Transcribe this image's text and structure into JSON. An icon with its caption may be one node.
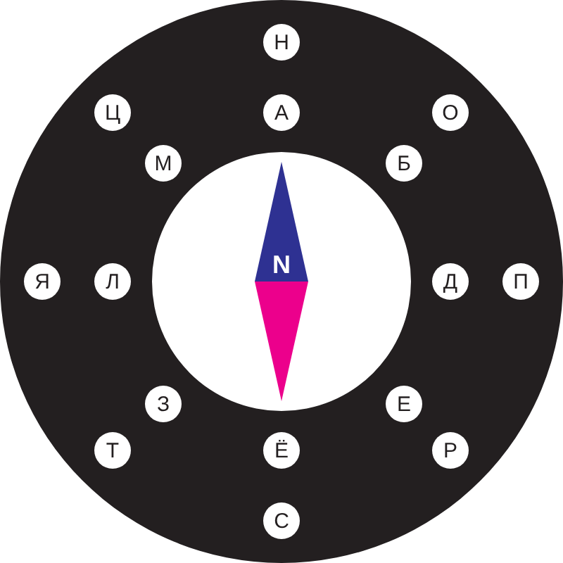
{
  "diagram": {
    "nodes": [
      {
        "text": [
          "Н"
        ]
      },
      {
        "text": [
          "Ц"
        ]
      },
      {
        "text": [
          "А"
        ]
      },
      {
        "text": [
          "О"
        ]
      },
      {
        "text": [
          "М"
        ]
      },
      {
        "text": [
          "Б"
        ]
      },
      {
        "text": [
          "N"
        ]
      },
      {
        "text": [
          "Я"
        ]
      },
      {
        "text": [
          "Л"
        ]
      },
      {
        "text": [
          "Д"
        ]
      },
      {
        "text": [
          "П"
        ]
      },
      {
        "text": [
          "З"
        ]
      },
      {
        "text": [
          "Е"
        ]
      },
      {
        "text": [
          "Т"
        ]
      },
      {
        "text": [
          "Ё"
        ]
      },
      {
        "text": [
          "Р"
        ]
      },
      {
        "text": [
          "С"
        ]
      }
    ]
  }
}
